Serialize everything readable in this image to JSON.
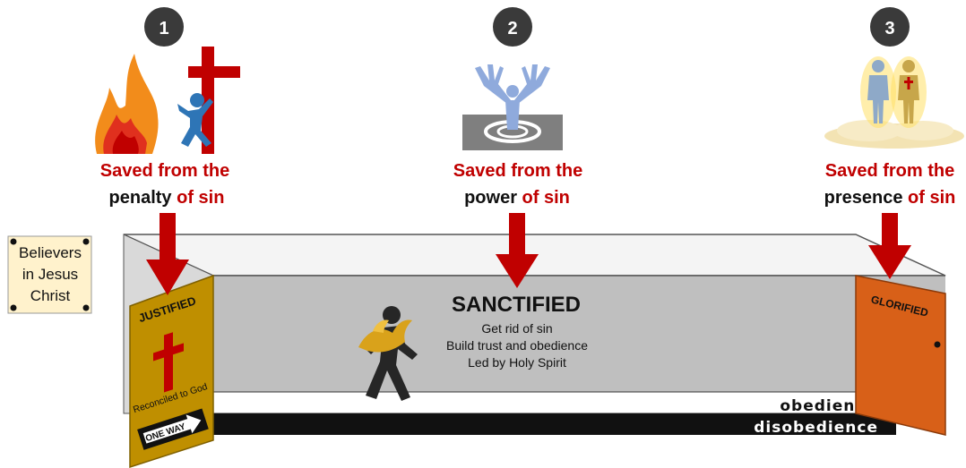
{
  "steps": [
    {
      "number": "1",
      "line1": "Saved from the",
      "line2_bold": "penalty",
      "line2_rest": " of sin"
    },
    {
      "number": "2",
      "line1": "Saved from the",
      "line2_bold": "power",
      "line2_rest": " of sin"
    },
    {
      "number": "3",
      "line1": "Saved from the",
      "line2_bold": "presence",
      "line2_rest": " of sin"
    }
  ],
  "note": {
    "line1": "Believers",
    "line2": "in Jesus",
    "line3": "Christ"
  },
  "justified": {
    "title": "JUSTIFIED",
    "subtitle": "Reconciled to God",
    "sign": "ONE WAY"
  },
  "sanctified": {
    "title": "SANCTIFIED",
    "items": [
      "Get rid of sin",
      "Build trust and obedience",
      "Led by Holy Spirit"
    ]
  },
  "glorified": {
    "title": "GLORIFIED"
  },
  "path": {
    "obedience": "obedience",
    "disobedience": "disobedience"
  },
  "colors": {
    "accent_red": "#c00000",
    "gold": "#bf8f00",
    "orange": "#d86018",
    "note_bg": "#fff2cc",
    "icon_blue": "#4472c4"
  }
}
